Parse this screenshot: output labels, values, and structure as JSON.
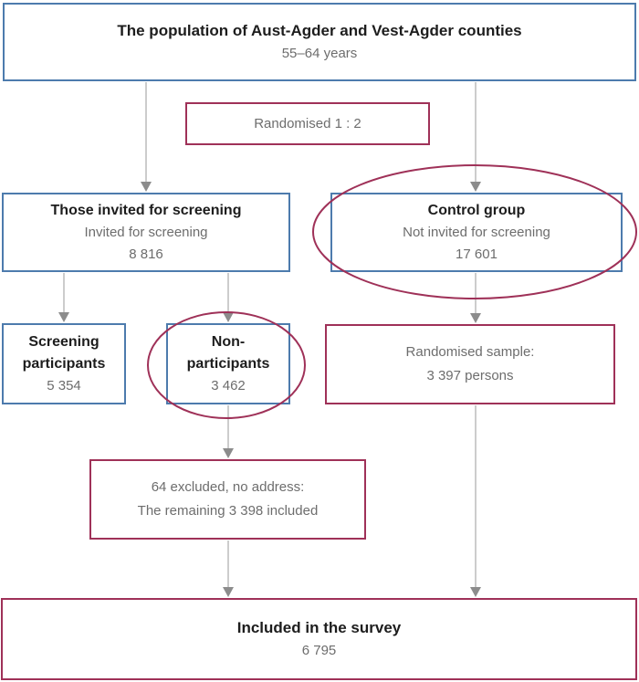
{
  "figure": {
    "type": "flowchart",
    "description": "Study population flow diagram",
    "population_box": {
      "title": "The population of Aust-Agder and Vest-Agder counties",
      "subtitle": "55–64 years"
    },
    "randomised_box": {
      "label": "Randomised 1 : 2"
    },
    "invited_box": {
      "title": "Those invited for screening",
      "subtitle": "Invited for screening",
      "count": "8 816"
    },
    "control_box": {
      "title": "Control group",
      "subtitle": "Not invited for screening",
      "count": "17 601",
      "highlighted": "maroon ellipse around box"
    },
    "screening_participants_box": {
      "title_line1": "Screening",
      "title_line2": "participants",
      "count": "5 354"
    },
    "non_participants_box": {
      "title_line1": "Non-",
      "title_line2": "participants",
      "count": "3 462",
      "highlighted": "maroon ellipse around box"
    },
    "randomised_sample_box": {
      "line1": "Randomised sample:",
      "line2": "3 397 persons"
    },
    "excluded_box": {
      "line1": "64 excluded, no address:",
      "line2": "The remaining 3 398  included"
    },
    "included_box": {
      "title": "Included in the survey",
      "count": "6 795"
    }
  },
  "colors": {
    "blue_box_border": "#4d7bad",
    "maroon_box_border": "#9f3158",
    "ellipse_stroke": "#9f3158",
    "arrow_line": "#c0c0c0",
    "arrow_head": "#8c8c8c",
    "title_text": "#1d1d1d",
    "secondary_text": "#6d6d6d",
    "background": "#ffffff"
  }
}
